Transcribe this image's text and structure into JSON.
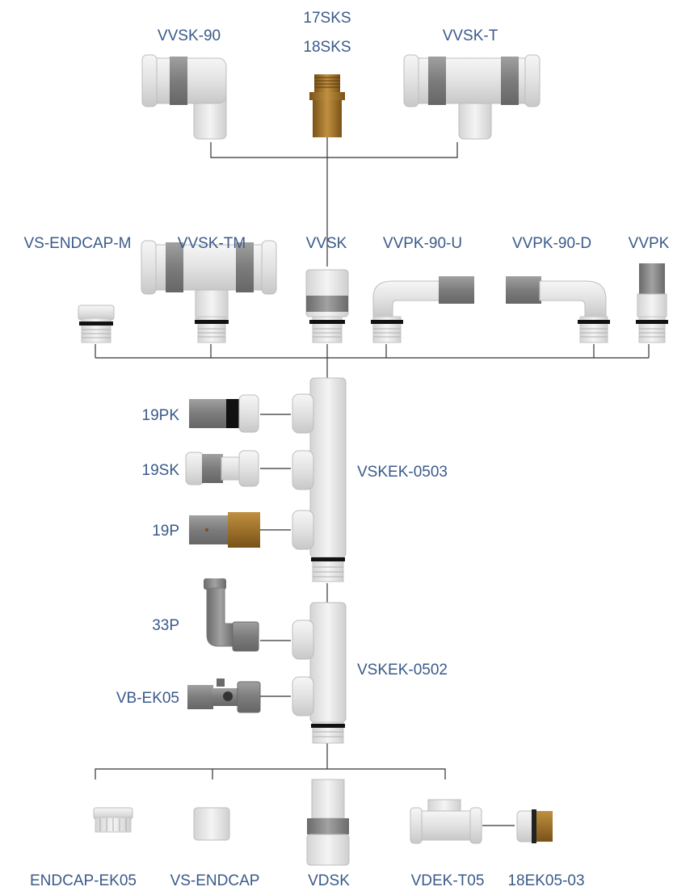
{
  "labels": {
    "vvsk_90": "VVSK-90",
    "sks_17": "17SKS",
    "sks_18": "18SKS",
    "vvsk_t": "VVSK-T",
    "vs_endcap_m": "VS-ENDCAP-M",
    "vvsk_tm": "VVSK-TM",
    "vvsk": "VVSK",
    "vvpk_90_u": "VVPK-90-U",
    "vvpk_90_d": "VVPK-90-D",
    "vvpk": "VVPK",
    "pk_19": "19PK",
    "sk_19": "19SK",
    "p_19": "19P",
    "vskek_0503": "VSKEK-0503",
    "p_33": "33P",
    "vb_ek05": "VB-EK05",
    "vskek_0502": "VSKEK-0502",
    "endcap_ek05": "ENDCAP-EK05",
    "vs_endcap": "VS-ENDCAP",
    "vdsk": "VDSK",
    "vdek_t05": "VDEK-T05",
    "ek05_03": "18EK05-03"
  },
  "colors": {
    "label": "#3a5a8a",
    "line": "#333333",
    "white_part": "#e4e4e4",
    "grey_band": "#8a8a8a",
    "brass": "#a8782a",
    "black_ring": "#111111"
  }
}
